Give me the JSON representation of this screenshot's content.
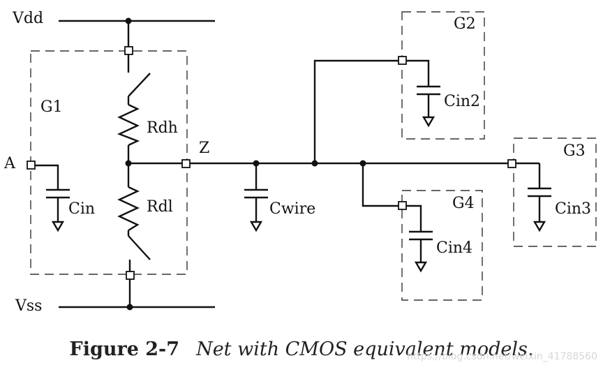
{
  "labels": {
    "vdd": "Vdd",
    "vss": "Vss",
    "input": "A",
    "output": "Z"
  },
  "gates": {
    "g1": {
      "name": "G1",
      "cap": "Cin",
      "r_high": "Rdh",
      "r_low": "Rdl"
    },
    "g2": {
      "name": "G2",
      "cap": "Cin2"
    },
    "g3": {
      "name": "G3",
      "cap": "Cin3"
    },
    "g4": {
      "name": "G4",
      "cap": "Cin4"
    }
  },
  "wire_cap": "Cwire",
  "caption": {
    "number": "Figure 2-7",
    "text": "Net with CMOS equivalent models."
  },
  "watermark": "https://blog.csdn.net/weixin_41788560"
}
